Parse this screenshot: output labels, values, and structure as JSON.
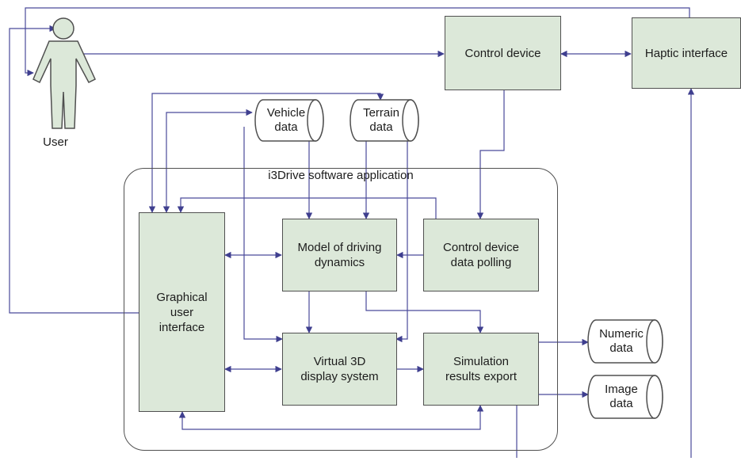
{
  "user": {
    "label": "User"
  },
  "external": {
    "control_device": "Control device",
    "haptic_interface": "Haptic interface"
  },
  "databases": {
    "vehicle": "Vehicle\ndata",
    "terrain": "Terrain\ndata",
    "numeric": "Numeric\ndata",
    "image": "Image\ndata"
  },
  "app": {
    "title": "i3Drive software application",
    "gui": "Graphical\nuser\ninterface",
    "model": "Model of driving\ndynamics",
    "polling": "Control device\ndata polling",
    "display": "Virtual 3D\ndisplay system",
    "export": "Simulation\nresults export"
  },
  "colors": {
    "box_fill": "#dce8d9",
    "line": "#4a4a9a",
    "border": "#505050"
  }
}
